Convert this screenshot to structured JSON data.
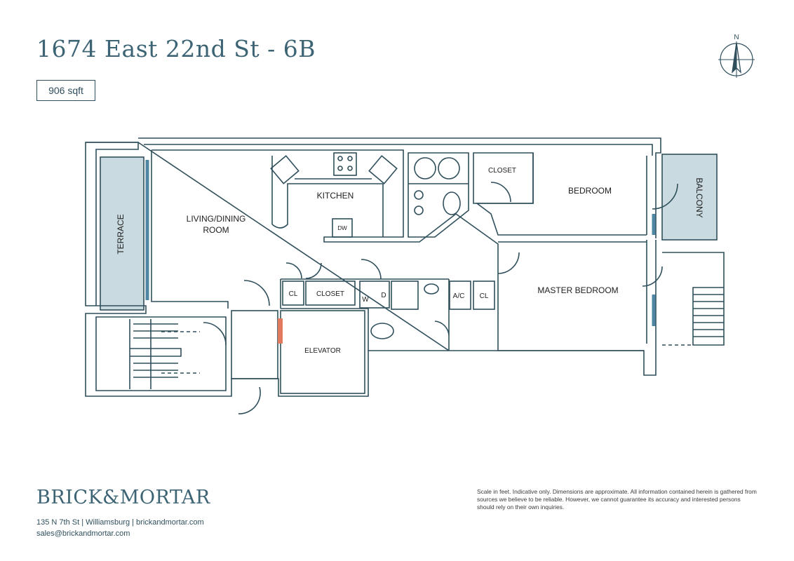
{
  "header": {
    "title": "1674 East 22nd St - 6B",
    "area": "906 sqft",
    "compass_label": "N"
  },
  "rooms": {
    "terrace": "TERRACE",
    "living": "LIVING/DINING",
    "living2": "ROOM",
    "kitchen": "KITCHEN",
    "dw": "DW",
    "closet_top": "CLOSET",
    "bedroom": "BEDROOM",
    "balcony": "BALCONY",
    "cl1": "CL",
    "closet_mid": "CLOSET",
    "w": "W",
    "d": "D",
    "ac": "A/C",
    "cl2": "CL",
    "master": "MASTER BEDROOM",
    "elevator": "ELEVATOR"
  },
  "footer": {
    "brand": "BRICK&MORTAR",
    "address_line1": "135 N 7th St | Williamsburg | brickandmortar.com",
    "address_line2": "sales@brickandmortar.com",
    "disclaimer": "Scale in feet. Indicative only. Dimensions are approximate. All information contained herein is gathered from sources we believe to be reliable. However, we cannot guarantee its accuracy and interested persons should rely on their own inquiries."
  },
  "colors": {
    "wall": "#2f4f5c",
    "outdoor_fill": "#c9dbe0",
    "window": "#4e86a3",
    "accent_door": "#e07b5f"
  }
}
